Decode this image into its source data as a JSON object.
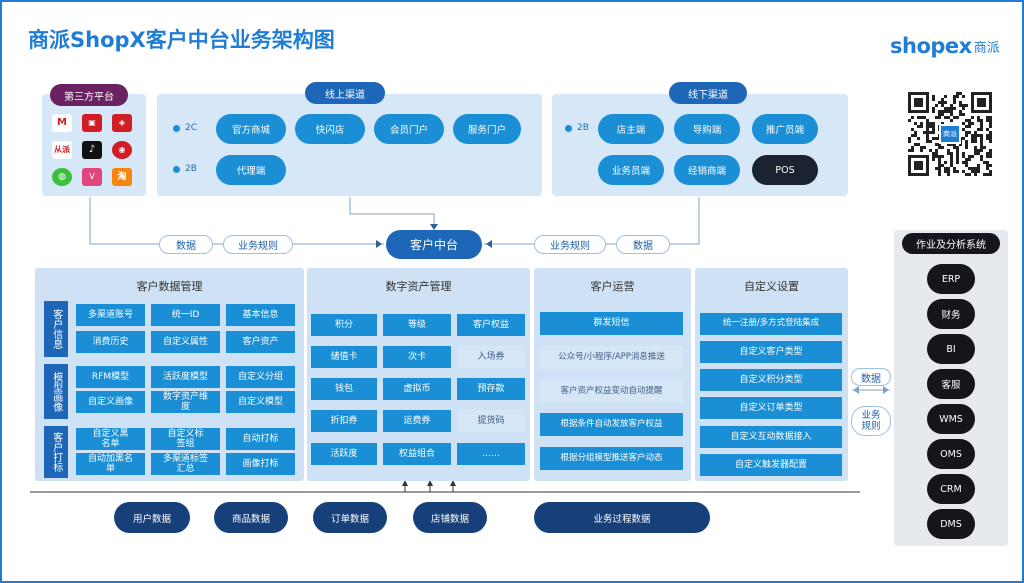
{
  "title": "商派ShopX客户中台业务架构图",
  "brand": {
    "logo_en": "shopex",
    "logo_cn": "商派",
    "qr_center": "商派",
    "color": "#1f7dd6"
  },
  "third_party": {
    "label": "第三方平台"
  },
  "online": {
    "title": "线上渠道",
    "row1_tag": "2C",
    "row2_tag": "2B",
    "row1": [
      "官方商城",
      "快闪店",
      "会员门户",
      "服务门户"
    ],
    "row2": [
      "代理端"
    ]
  },
  "offline": {
    "title": "线下渠道",
    "tag": "2B",
    "row1": [
      "店主端",
      "导购端",
      "推广员端"
    ],
    "row2": [
      "业务员端",
      "经销商端",
      "POS"
    ]
  },
  "center": {
    "label": "客户中台"
  },
  "flow": {
    "left_data": "数据",
    "left_rule": "业务规则",
    "right_rule": "业务规则",
    "right_data": "数据",
    "side_data": "数据",
    "side_rule": "业务规则"
  },
  "customer_data": {
    "title": "客户数据管理",
    "groups": [
      {
        "label": "客户信息",
        "items": [
          "多渠道账号",
          "统一ID",
          "基本信息",
          "消费历史",
          "自定义属性",
          "客户资产"
        ]
      },
      {
        "label": "模型画像",
        "items": [
          "RFM模型",
          "活跃度模型",
          "自定义分组",
          "自定义画像",
          "数字资产维度",
          "自定义模型"
        ]
      },
      {
        "label": "客户打标",
        "items": [
          "自定义黑名单",
          "自定义标签组",
          "自动打标",
          "自动加黑名单",
          "多渠道标签汇总",
          "画像打标"
        ]
      }
    ]
  },
  "digital_assets": {
    "title": "数字资产管理",
    "items": [
      "积分",
      "等级",
      "客户权益",
      "储值卡",
      "次卡",
      "入场券",
      "钱包",
      "虚拟币",
      "预存款",
      "折扣券",
      "运费券",
      "提货码",
      "活跃度",
      "权益组合",
      "……"
    ]
  },
  "operations": {
    "title": "客户运营",
    "items": [
      "群发短信",
      "公众号/小程序/APP消息推送",
      "客户资产权益变动自动提醒",
      "根据条件自动发放客户权益",
      "根据分组模型推送客户动态"
    ]
  },
  "custom_settings": {
    "title": "自定义设置",
    "items": [
      "统一注册/多方式登陆集成",
      "自定义客户类型",
      "自定义积分类型",
      "自定义订单类型",
      "自定义互动数据接入",
      "自定义触发器配置"
    ]
  },
  "bottom": [
    "用户数据",
    "商品数据",
    "订单数据",
    "店铺数据",
    "业务过程数据"
  ],
  "systems": {
    "title": "作业及分析系统",
    "items": [
      "ERP",
      "财务",
      "BI",
      "客服",
      "WMS",
      "OMS",
      "CRM",
      "DMS"
    ]
  }
}
